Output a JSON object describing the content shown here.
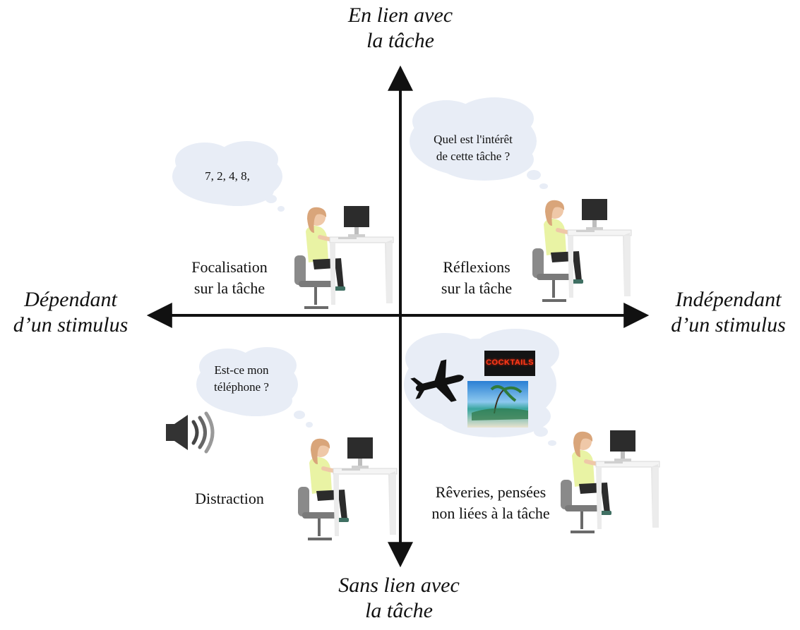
{
  "axes": {
    "top": "En lien avec\nla tâche",
    "bottom": "Sans lien avec\nla tâche",
    "left": "Dépendant\nd’un stimulus",
    "right": "Indépendant\nd’un stimulus"
  },
  "quadrants": {
    "top_left": {
      "label": "Focalisation\nsur la tâche",
      "thought": "7, 2, 4, 8,"
    },
    "top_right": {
      "label": "Réflexions\nsur la tâche",
      "thought": "Quel est l'intérêt\nde cette tâche ?"
    },
    "bottom_left": {
      "label": "Distraction",
      "thought": "Est-ce mon\ntéléphone ?",
      "stimulus_icon": "speaker-icon"
    },
    "bottom_right": {
      "label": "Rêveries, pensées\nnon liées à la tâche",
      "sign_text": "COCKTAILS",
      "thought_icons": [
        "airplane-icon",
        "beach-photo",
        "neon-sign"
      ]
    }
  },
  "colors": {
    "axis": "#111111",
    "cloud": "#e8edf6",
    "desk": "#f2f2f2",
    "monitor": "#2c2c2c",
    "shirt": "#e9f3a4",
    "hair": "#d9a57a",
    "chair": "#7f7f7f",
    "neon": "#ff3a1a"
  }
}
